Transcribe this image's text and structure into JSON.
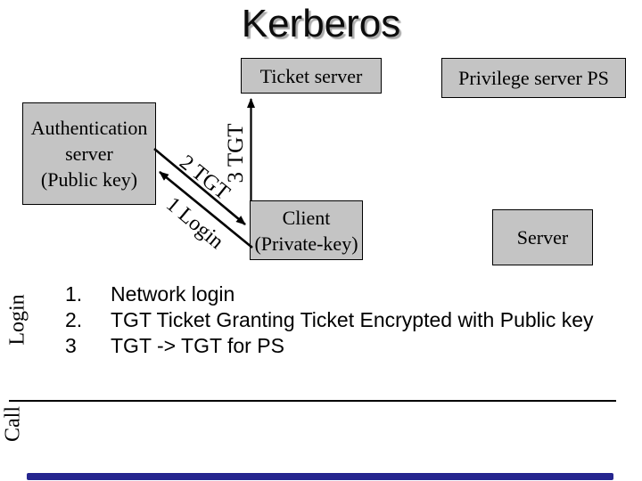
{
  "slide": {
    "title": "Kerberos",
    "colors": {
      "background": "#ffffff",
      "box_fill": "#c4c4c4",
      "box_border": "#000000",
      "title_shadow": "#aaaaaa",
      "accent_bar": "#26268f"
    },
    "boxes": {
      "ticket_server": "Ticket server",
      "privilege_server": "Privilege server PS",
      "auth_server": "Authentication\nserver\n(Public key)",
      "client": "Client\n(Private-key)",
      "server": "Server"
    },
    "arrow_labels": {
      "step1": "1 Login",
      "step2": "2 TGT",
      "step3": "3 TGT"
    },
    "side_labels": {
      "login": "Login",
      "call": "Call"
    },
    "steps": {
      "items": [
        {
          "num": "1.",
          "text": "Network login"
        },
        {
          "num": "2.",
          "text": "TGT Ticket Granting Ticket Encrypted with Public key"
        },
        {
          "num": "3",
          "text": "TGT -> TGT for PS"
        }
      ]
    }
  }
}
